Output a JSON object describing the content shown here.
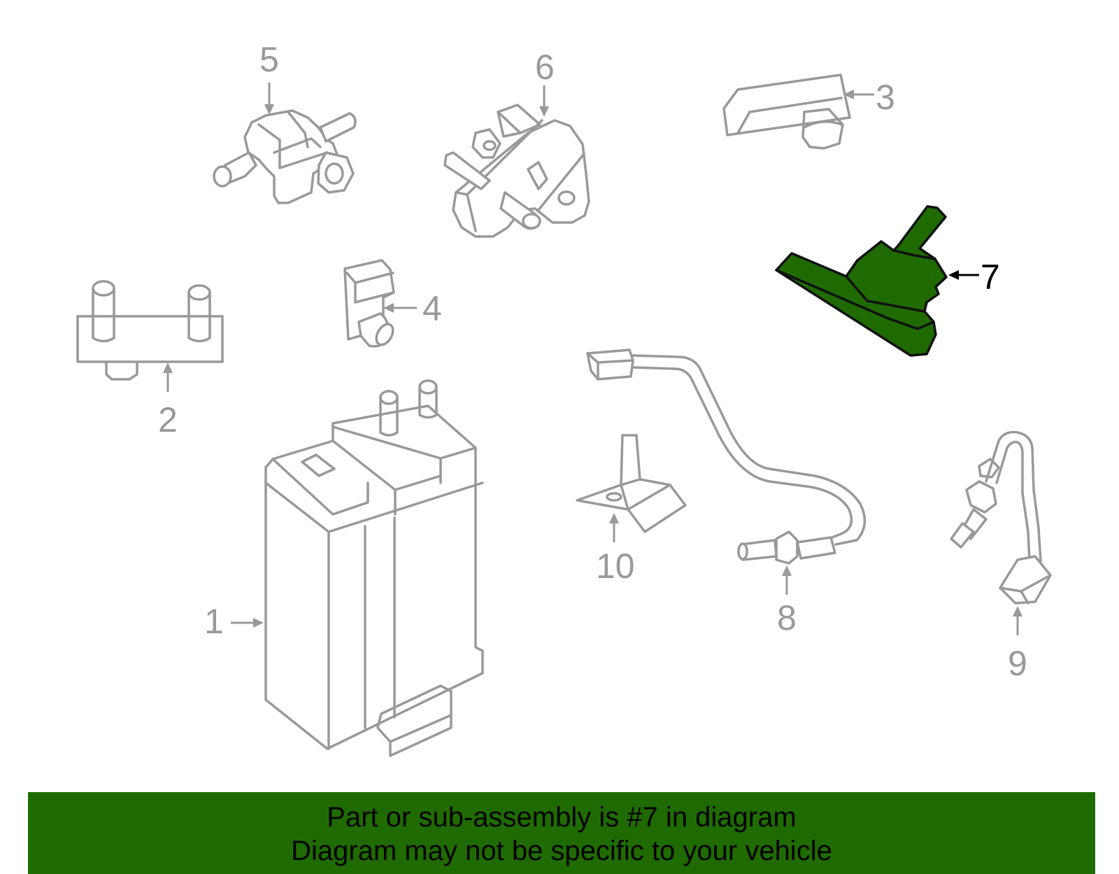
{
  "diagram": {
    "highlight_color": "#1f6b00",
    "callouts": {
      "c1": "1",
      "c2": "2",
      "c3": "3",
      "c4": "4",
      "c5": "5",
      "c6": "6",
      "c7": "7",
      "c8": "8",
      "c9": "9",
      "c10": "10"
    },
    "highlighted_part": "7"
  },
  "banner": {
    "background_color": "#1f6b00",
    "line1": "Part or sub-assembly is #7 in diagram",
    "line2": "Diagram may not be specific to your vehicle"
  }
}
